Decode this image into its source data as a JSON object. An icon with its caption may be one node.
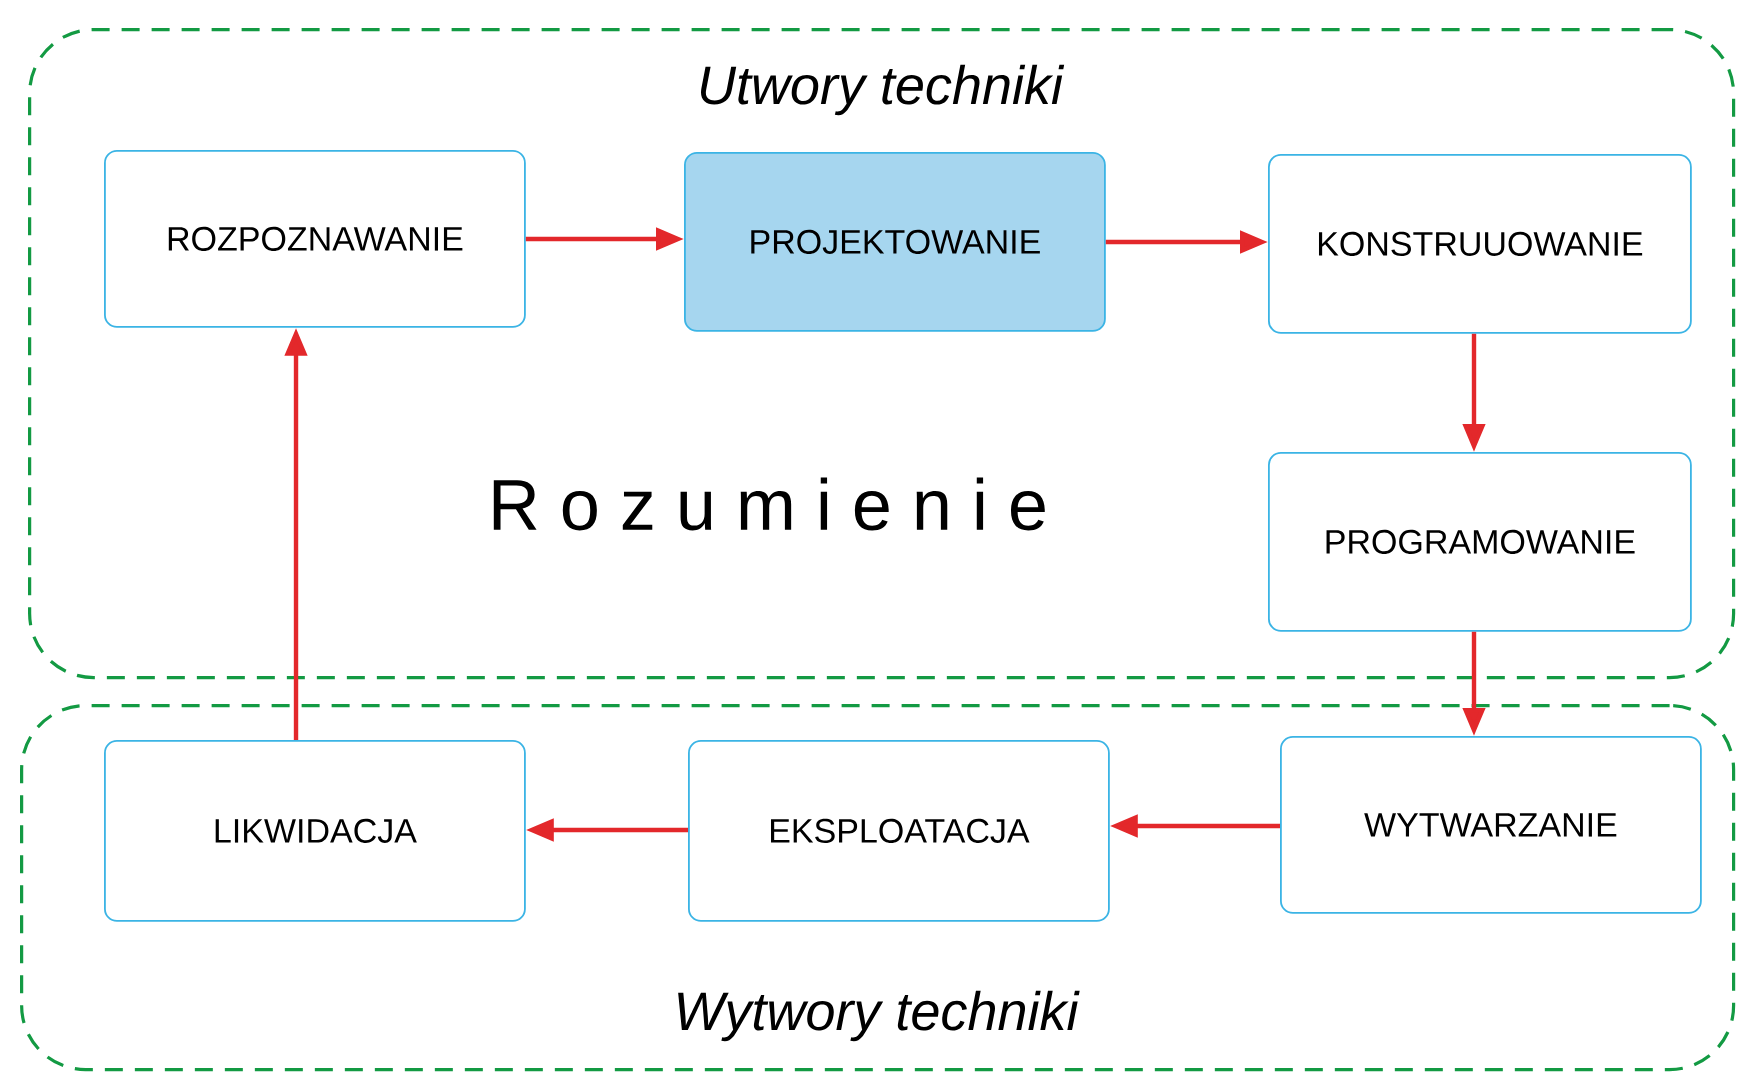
{
  "diagram": {
    "nodes": [
      {
        "text": [
          "Utwory techniki"
        ]
      },
      {
        "text": [
          "ROZPOZNAWANIE"
        ],
        "in": 0
      },
      {
        "text": [
          "PROJEKTOWANIE"
        ],
        "in": 0
      },
      {
        "text": [
          "KONSTRUUOWANIE"
        ],
        "in": 0
      },
      {
        "text": [
          "PROGRAMOWANIE"
        ],
        "in": 0
      },
      {
        "text": [
          "Wytwory techniki"
        ]
      },
      {
        "text": [
          "LIKWIDACJA"
        ],
        "in": 5
      },
      {
        "text": [
          "EKSPLOATACJA"
        ],
        "in": 5
      },
      {
        "text": [
          "WYTWARZANIE"
        ],
        "in": 5
      }
    ],
    "edges": [
      {
        "from": 1,
        "to": 2,
        "arrow": "to"
      },
      {
        "from": 2,
        "to": 3,
        "arrow": "to"
      },
      {
        "from": 3,
        "to": 4,
        "arrow": "to"
      },
      {
        "from": 4,
        "to": 8,
        "arrow": "to"
      },
      {
        "from": 8,
        "to": 7,
        "arrow": "to"
      },
      {
        "from": 7,
        "to": 6,
        "arrow": "to"
      },
      {
        "from": 6,
        "to": 1,
        "arrow": "to"
      }
    ],
    "labels": [
      "R o z u m i e n i e"
    ]
  }
}
